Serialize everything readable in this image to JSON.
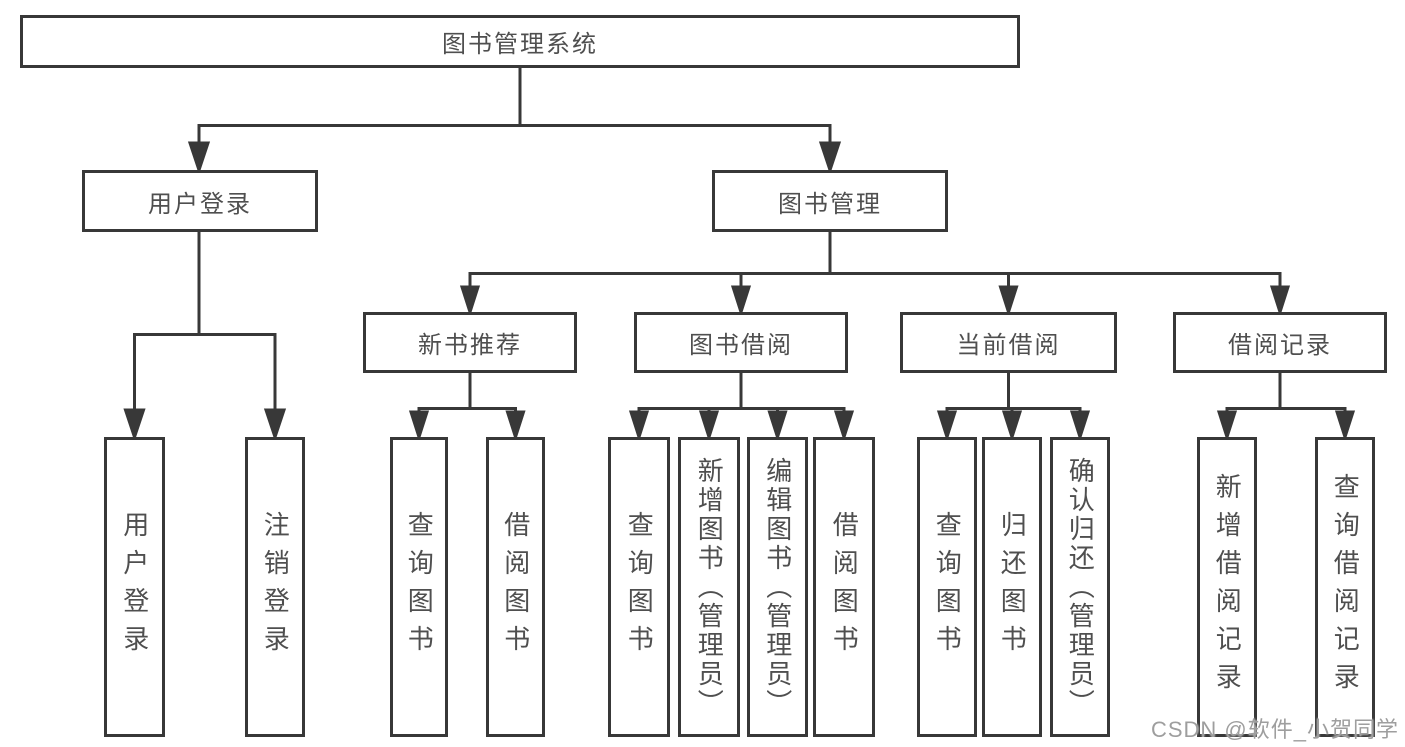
{
  "tree": {
    "root": {
      "label": "图书管理系统",
      "children": [
        {
          "label": "用户登录",
          "children": [
            {
              "label": "用户登录"
            },
            {
              "label": "注销登录"
            }
          ]
        },
        {
          "label": "图书管理",
          "children": [
            {
              "label": "新书推荐",
              "children": [
                {
                  "label": "查询图书"
                },
                {
                  "label": "借阅图书"
                }
              ]
            },
            {
              "label": "图书借阅",
              "children": [
                {
                  "label": "查询图书"
                },
                {
                  "label": "新增图书（管理员）"
                },
                {
                  "label": "编辑图书（管理员）"
                },
                {
                  "label": "借阅图书"
                }
              ]
            },
            {
              "label": "当前借阅",
              "children": [
                {
                  "label": "查询图书"
                },
                {
                  "label": "归还图书"
                },
                {
                  "label": "确认归还（管理员）"
                }
              ]
            },
            {
              "label": "借阅记录",
              "children": [
                {
                  "label": "新增借阅记录"
                },
                {
                  "label": "查询借阅记录"
                }
              ]
            }
          ]
        }
      ]
    }
  },
  "watermark": {
    "text": "CSDN @软件_小贺同学"
  },
  "colors": {
    "line": "#383838",
    "box_border": "#383838",
    "text": "#4f4f4f",
    "watermark": "#9e9e9e",
    "background": "#ffffff"
  }
}
